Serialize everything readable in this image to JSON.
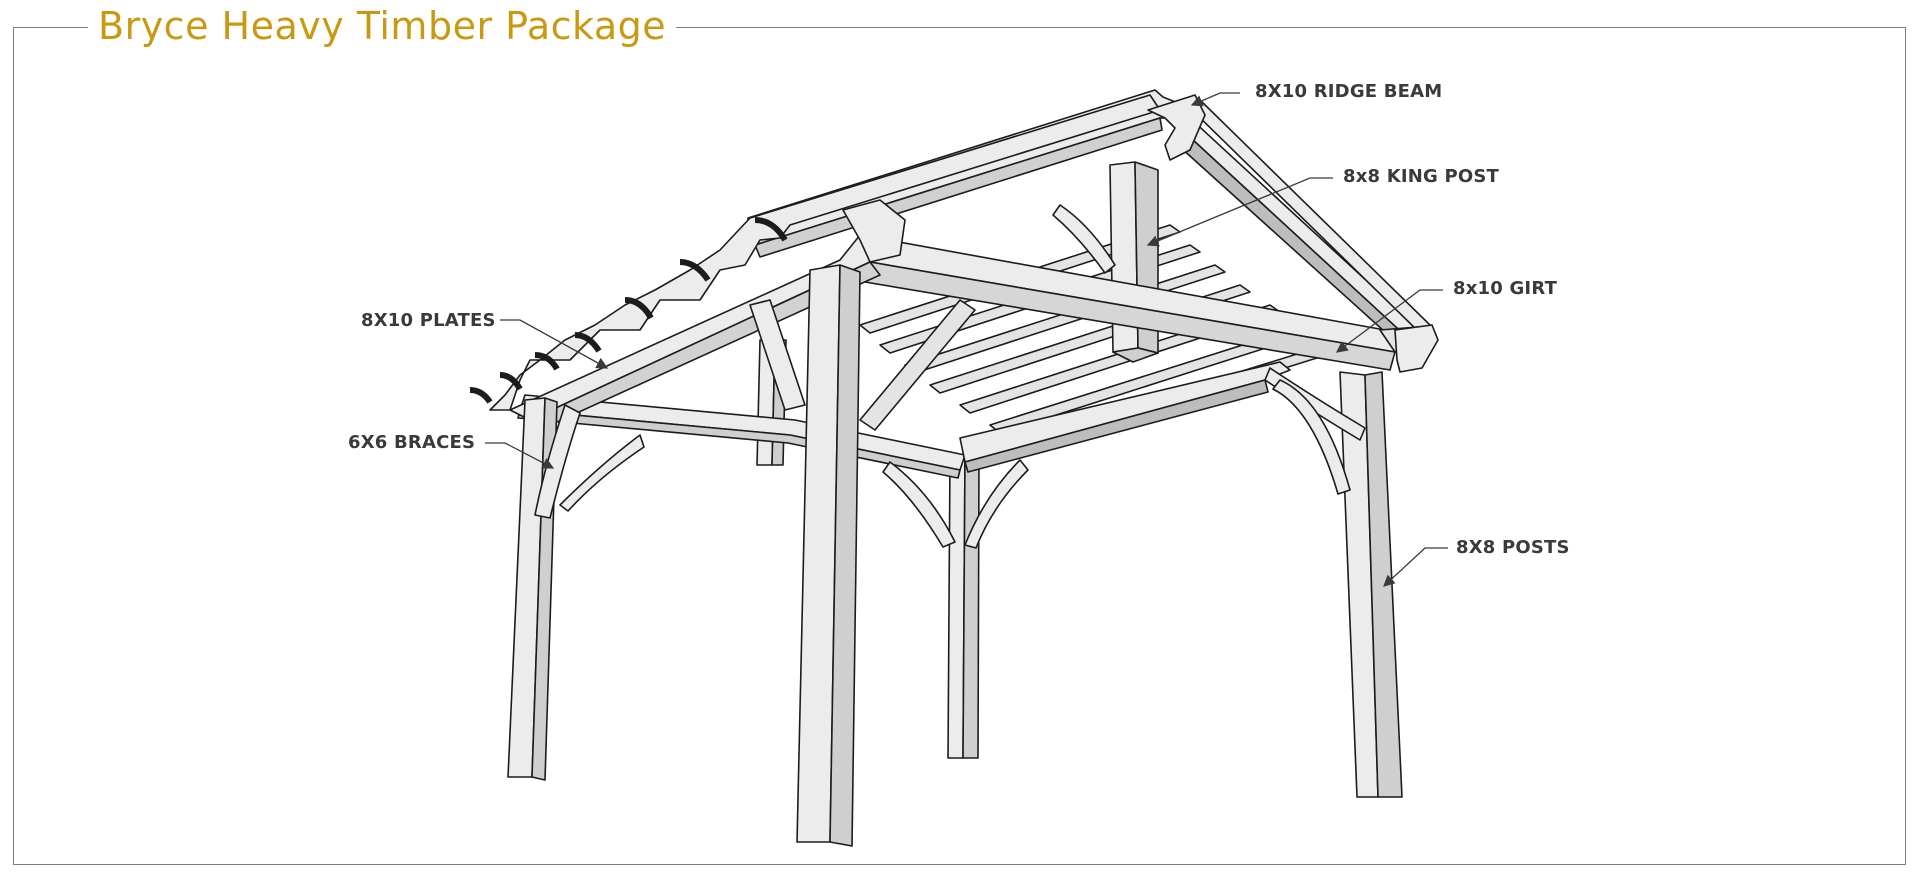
{
  "title": "Bryce Heavy Timber Package",
  "colors": {
    "title": "#c89a14",
    "frame": "#8d7a6f",
    "label_text": "#3a3a3a",
    "timber_fill": "#ececec",
    "timber_shadow": "#bdbdbd",
    "timber_stroke": "#1c1c1c"
  },
  "labels": {
    "ridge_beam": "8X10 RIDGE BEAM",
    "king_post": "8x8 KING POST",
    "girt": "8x10 GIRT",
    "plates": "8X10 PLATES",
    "braces": "6X6 BRACES",
    "posts": "8X8 POSTS"
  }
}
